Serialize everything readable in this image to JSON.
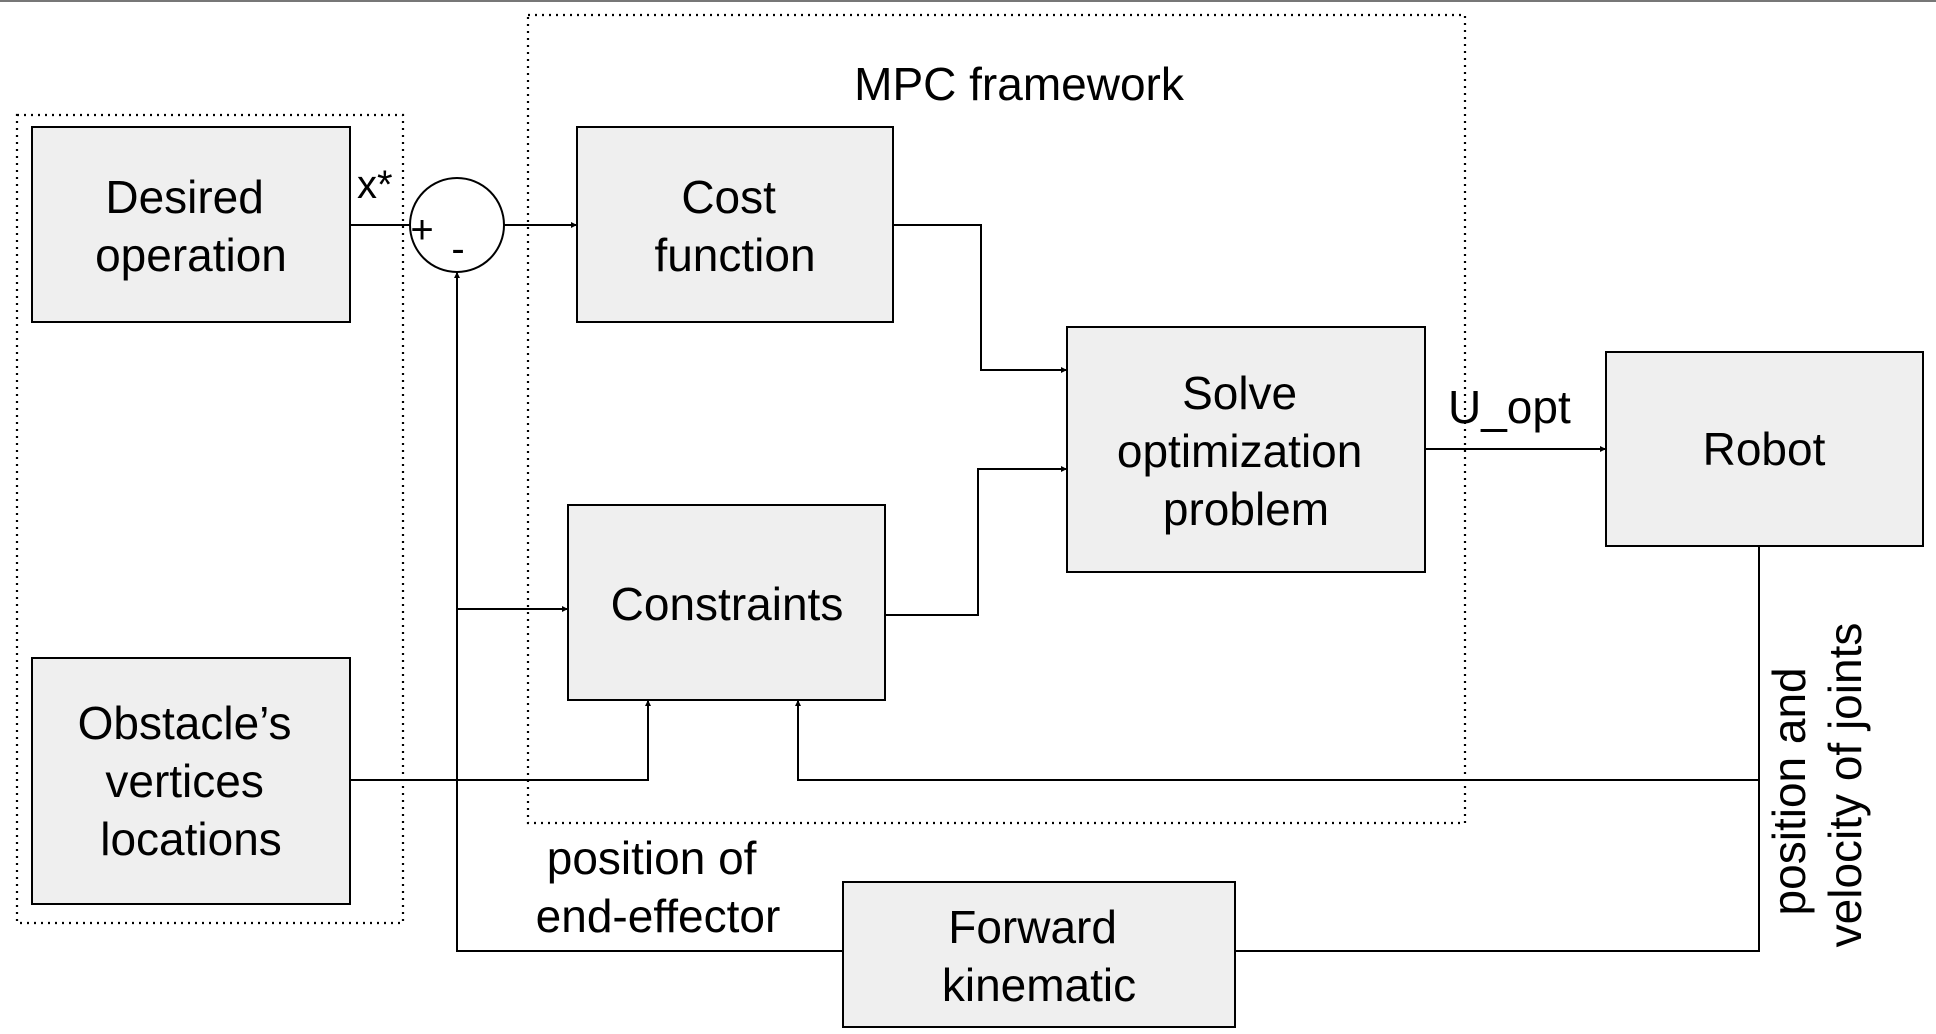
{
  "title": "MPC framework",
  "blocks": {
    "desired_operation": [
      "Desired",
      "operation"
    ],
    "obstacle_vertices": [
      "Obstacle’s",
      "vertices",
      "locations"
    ],
    "cost_function": [
      "Cost",
      "function"
    ],
    "constraints": [
      "Constraints"
    ],
    "solve_optimization": [
      "Solve",
      "optimization",
      "problem"
    ],
    "robot": [
      "Robot"
    ],
    "forward_kinematic": [
      "Forward",
      "kinematic"
    ]
  },
  "signals": {
    "setpoint": "x*",
    "plus": "+",
    "minus": "-",
    "u_opt": "U_opt",
    "end_effector": [
      "position of",
      "end-effector"
    ],
    "joints": [
      "position and",
      "velocity of joints"
    ]
  },
  "colors": {
    "block_fill": "#efefef",
    "line": "#000000",
    "background": "#ffffff"
  }
}
